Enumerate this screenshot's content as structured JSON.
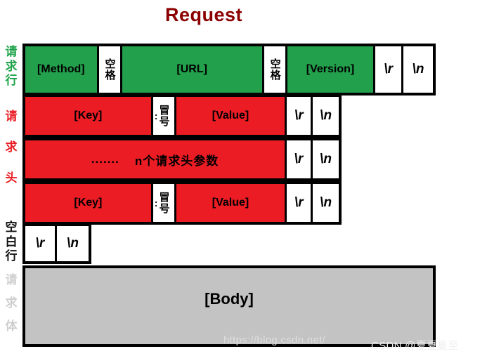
{
  "title": "Request",
  "side_labels": {
    "request_line": [
      "请",
      "求",
      "行"
    ],
    "request_header": [
      "请",
      "求",
      "头"
    ],
    "blank_line": [
      "空",
      "白",
      "行"
    ],
    "request_body": [
      "请",
      "求",
      "体"
    ]
  },
  "request_line": {
    "method": "[Method]",
    "space_1": "空格",
    "url": "[URL]",
    "space_2": "空格",
    "version": "[Version]",
    "cr": "\\r",
    "lf": "\\n"
  },
  "header_rows": [
    {
      "key": "[Key]",
      "separator": "冒号",
      "separator_mark": ":",
      "value": "[Value]",
      "cr": "\\r",
      "lf": "\\n"
    },
    {
      "dots": ".......",
      "text": "n个请求头参数",
      "cr": "\\r",
      "lf": "\\n"
    },
    {
      "key": "[Key]",
      "separator": "冒号",
      "separator_mark": ":",
      "value": "[Value]",
      "cr": "\\r",
      "lf": "\\n"
    }
  ],
  "blank_line": {
    "cr": "\\r",
    "lf": "\\n"
  },
  "body": {
    "label": "[Body]"
  },
  "watermarks": {
    "url": "https://blog.csdn.net/",
    "csdn": "CSDN @夏夏夏至"
  },
  "colors": {
    "title": "#8b0000",
    "green": "#22a04c",
    "red": "#ec1c24",
    "body_gray": "#c3c3c3",
    "border": "#000000",
    "label_blank": "#111111",
    "label_body": "#cfcfcf"
  }
}
